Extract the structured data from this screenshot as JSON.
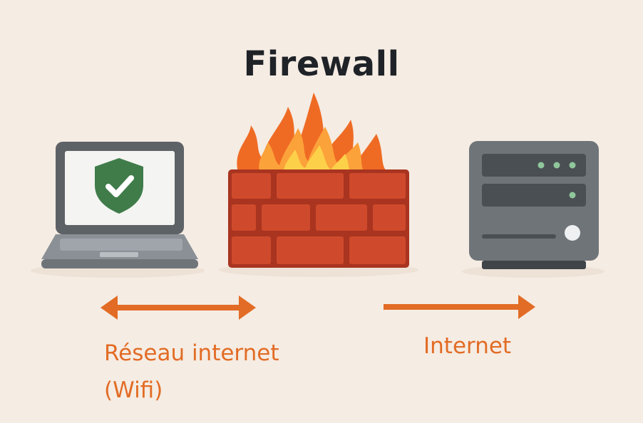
{
  "title": "Firewall",
  "nodes": {
    "laptop": {
      "icon": "laptop-with-shield-check-icon"
    },
    "firewall": {
      "icon": "brick-wall-on-fire-icon"
    },
    "server": {
      "icon": "server-icon"
    }
  },
  "links": {
    "left": {
      "direction": "bidirectional",
      "label_line1": "Réseau internet",
      "label_line2": "(Wifi)"
    },
    "right": {
      "direction": "right",
      "label": "Internet"
    }
  },
  "colors": {
    "background": "#f5ece3",
    "accent": "#e26c25",
    "brick": "#cf4a2c",
    "mortar": "#a93420",
    "shield": "#3f7c4a",
    "device_gray": "#6f7479",
    "server_led": "#8fc79a"
  }
}
